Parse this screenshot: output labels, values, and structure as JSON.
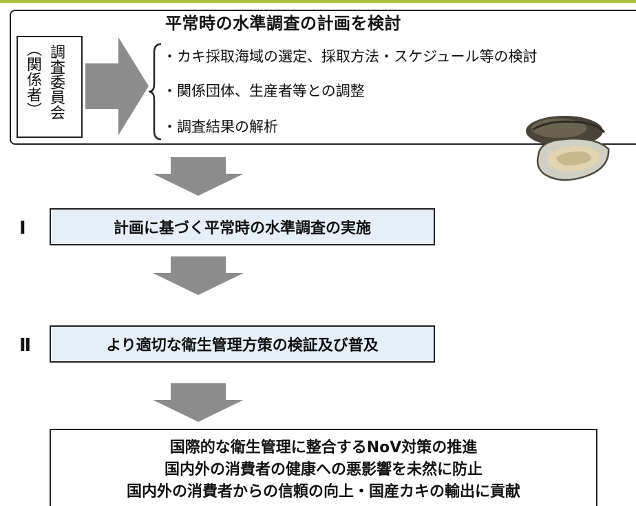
{
  "header": {
    "title": "平常時の水準調査の計画を検討"
  },
  "committee": {
    "main": "調査委員会",
    "paren": "（関係者）"
  },
  "planning_items": [
    "・カキ採取海域の選定、採取方法・スケジュール等の検討",
    "・関係団体、生産者等との調整",
    "・調査結果の解析"
  ],
  "stages": [
    {
      "numeral": "Ⅰ",
      "label": "計画に基づく平常時の水準調査の実施"
    },
    {
      "numeral": "Ⅱ",
      "label": "より適切な衛生管理方策の検証及び普及"
    }
  ],
  "results": [
    "国際的な衛生管理に整合するNoV対策の推進",
    "国内外の消費者の健康への悪影響を未然に防止",
    "国内外の消費者からの信頼の向上・国産カキの輸出に貢献"
  ],
  "colors": {
    "accent_line": "#a8c23a",
    "arrow": "#8c8c8c",
    "stage_fill": "#e6eef8",
    "border": "#222222"
  },
  "icons": {
    "shell": "oyster-icon",
    "flow": "down-arrow-icon"
  }
}
